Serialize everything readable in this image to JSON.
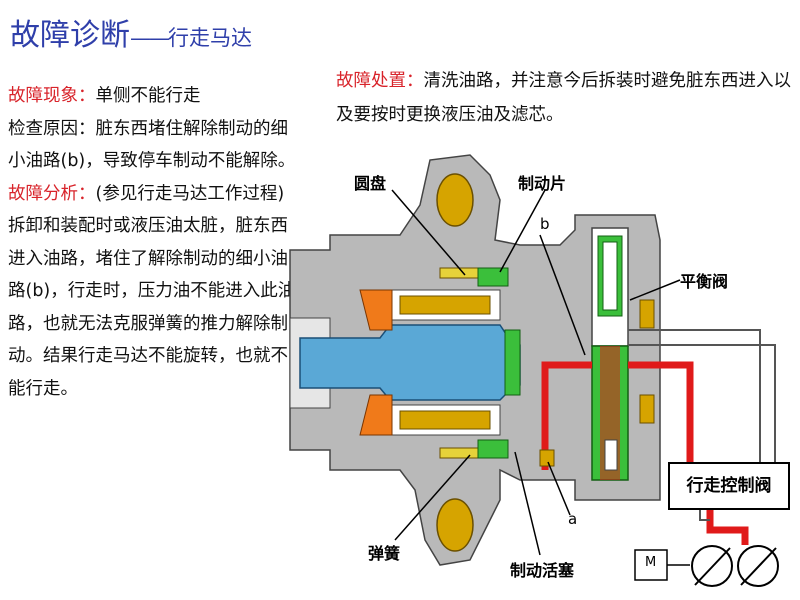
{
  "header": {
    "title": "故障诊断",
    "dash": "——",
    "subtitle": "行走马达"
  },
  "left_panel": {
    "symptom_label": "故障现象：",
    "symptom_text": "单侧不能行走",
    "cause_label": "检查原因：",
    "cause_text": "脏东西堵住解除制动的细小油路(b)，导致停车制动不能解除。",
    "analysis_label": "故障分析：",
    "analysis_text": "(参见行走马达工作过程)拆卸和装配时或液压油太脏，脏东西进入油路，堵住了解除制动的细小油路(b)，行走时，压力油不能进入此油路，也就无法克服弹簧的推力解除制动。结果行走马达不能旋转，也就不能行走。"
  },
  "right_panel": {
    "treatment_label": "故障处置：",
    "treatment_text": "清洗油路，并注意今后拆装时避免脏东西进入以及要按时更换液压油及滤芯。"
  },
  "diagram": {
    "labels": {
      "disc": "圆盘",
      "brake_plate": "制动片",
      "balance_valve": "平衡阀",
      "spring": "弹簧",
      "brake_piston": "制动活塞",
      "travel_control_valve": "行走控制阀",
      "motor": "M",
      "passage_a": "a",
      "passage_b": "b"
    },
    "colors": {
      "housing": "#b9b9b9",
      "shaft": "#5aa8d6",
      "pressure_oil": "#e01a1a",
      "return_oil": "#3bbf3b",
      "disc": "#f07a1a",
      "brake_plate": "#e6d23a",
      "casting": "#d6a400"
    }
  }
}
